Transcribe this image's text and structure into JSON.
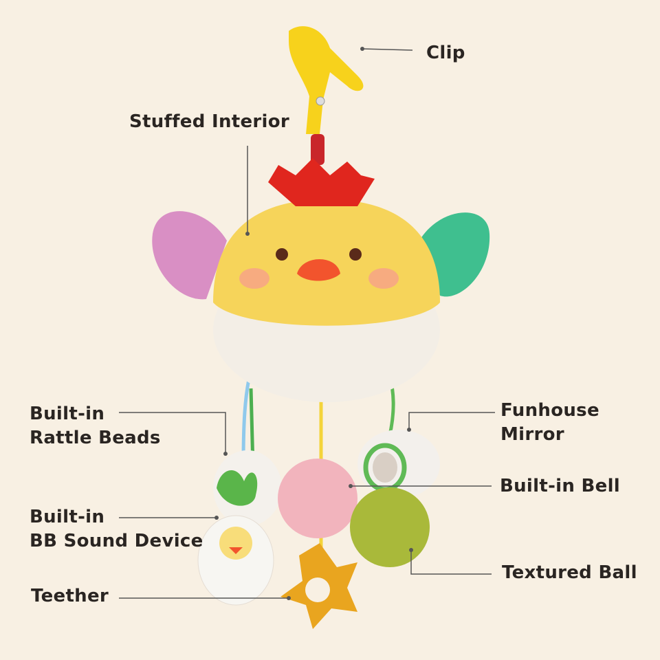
{
  "labels": {
    "clip": "Clip",
    "stuffed_interior": "Stuffed Interior",
    "rattle_beads_line1": "Built-in",
    "rattle_beads_line2": "Rattle Beads",
    "funhouse_mirror_line1": "Funhouse",
    "funhouse_mirror_line2": "Mirror",
    "built_in_bell": "Built-in Bell",
    "bb_sound_line1": "Built-in",
    "bb_sound_line2": "BB Sound Device",
    "teether": "Teether",
    "textured_ball": "Textured Ball"
  },
  "colors": {
    "background": "#f8f0e3",
    "text": "#2a2522",
    "leader_line": "#555555",
    "chick_body": "#f6d45a",
    "comb": "#e0261e",
    "wing_left": "#d98fc4",
    "wing_right": "#3fbf8f",
    "clip": "#f7d21c",
    "teether": "#e9a51f",
    "pink_ball": "#f2b4bd",
    "green_ball": "#a9b93a"
  }
}
